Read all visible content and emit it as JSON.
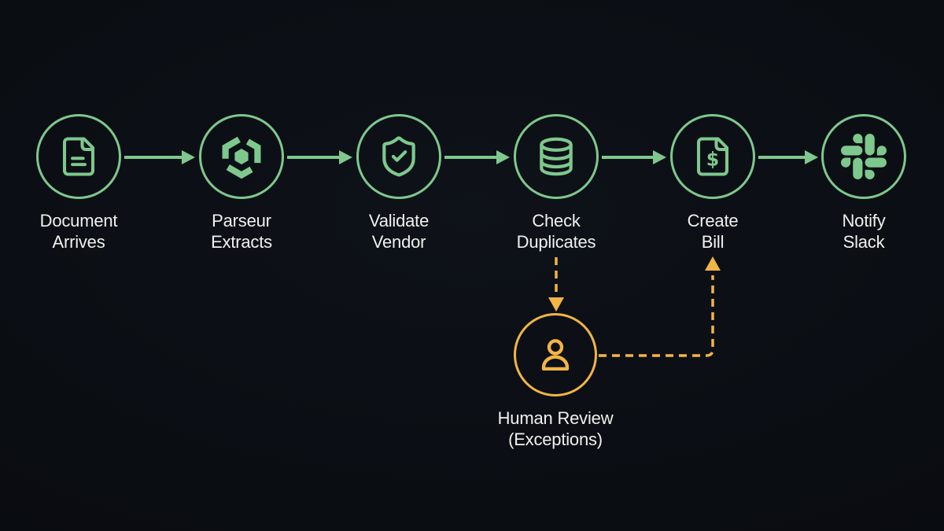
{
  "diagram": {
    "type": "flowchart",
    "colors": {
      "flow_green": "#7ec88d",
      "exception_orange": "#f2b544",
      "background": "#0a0d12",
      "label_text": "#f0f1ec"
    },
    "nodes": [
      {
        "id": "document-arrives",
        "label": "Document\nArrives",
        "icon": "file-icon"
      },
      {
        "id": "parseur-extracts",
        "label": "Parseur\nExtracts",
        "icon": "parseur-logo-icon"
      },
      {
        "id": "validate-vendor",
        "label": "Validate\nVendor",
        "icon": "shield-check-icon"
      },
      {
        "id": "check-duplicates",
        "label": "Check\nDuplicates",
        "icon": "database-icon"
      },
      {
        "id": "create-bill",
        "label": "Create\nBill",
        "icon": "file-dollar-icon",
        "icon_glyph": "$"
      },
      {
        "id": "notify-slack",
        "label": "Notify\nSlack",
        "icon": "slack-logo-icon"
      }
    ],
    "exception_node": {
      "id": "human-review",
      "label": "Human Review\n(Exceptions)",
      "icon": "user-icon"
    },
    "edges": [
      {
        "from": "document-arrives",
        "to": "parseur-extracts",
        "style": "solid",
        "color": "#7ec88d"
      },
      {
        "from": "parseur-extracts",
        "to": "validate-vendor",
        "style": "solid",
        "color": "#7ec88d"
      },
      {
        "from": "validate-vendor",
        "to": "check-duplicates",
        "style": "solid",
        "color": "#7ec88d"
      },
      {
        "from": "check-duplicates",
        "to": "create-bill",
        "style": "solid",
        "color": "#7ec88d"
      },
      {
        "from": "create-bill",
        "to": "notify-slack",
        "style": "solid",
        "color": "#7ec88d"
      },
      {
        "from": "check-duplicates",
        "to": "human-review",
        "style": "dashed",
        "color": "#f2b544"
      },
      {
        "from": "human-review",
        "to": "create-bill",
        "style": "dashed",
        "color": "#f2b544"
      }
    ]
  }
}
